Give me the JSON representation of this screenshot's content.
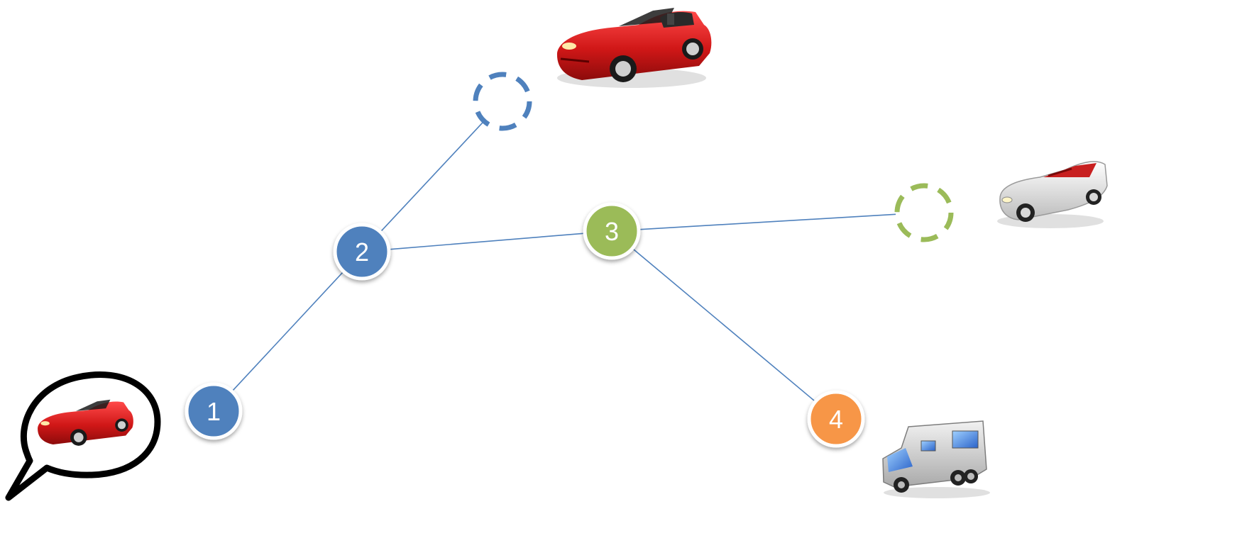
{
  "diagram": {
    "nodes": [
      {
        "id": "1",
        "label": "1",
        "color": "#4F81BD",
        "kind": "solid"
      },
      {
        "id": "2",
        "label": "2",
        "color": "#4F81BD",
        "kind": "solid"
      },
      {
        "id": "3",
        "label": "3",
        "color": "#9BBB59",
        "kind": "solid"
      },
      {
        "id": "4",
        "label": "4",
        "color": "#F79646",
        "kind": "solid"
      },
      {
        "id": "ghost-blue",
        "label": "",
        "color": "#4F81BD",
        "kind": "dashed"
      },
      {
        "id": "ghost-green",
        "label": "",
        "color": "#9BBB59",
        "kind": "dashed"
      }
    ],
    "edges": [
      {
        "from": "1",
        "to": "2"
      },
      {
        "from": "2",
        "to": "ghost-blue"
      },
      {
        "from": "2",
        "to": "3"
      },
      {
        "from": "3",
        "to": "ghost-green"
      },
      {
        "from": "3",
        "to": "4"
      }
    ],
    "images": [
      {
        "name": "red-convertible-car-icon",
        "near": "ghost-blue"
      },
      {
        "name": "white-convertible-car-icon",
        "near": "ghost-green"
      },
      {
        "name": "camper-rv-icon",
        "near": "4"
      },
      {
        "name": "speech-bubble-with-red-car-icon",
        "near": "1"
      }
    ],
    "edge_color": "#4F81BD"
  }
}
